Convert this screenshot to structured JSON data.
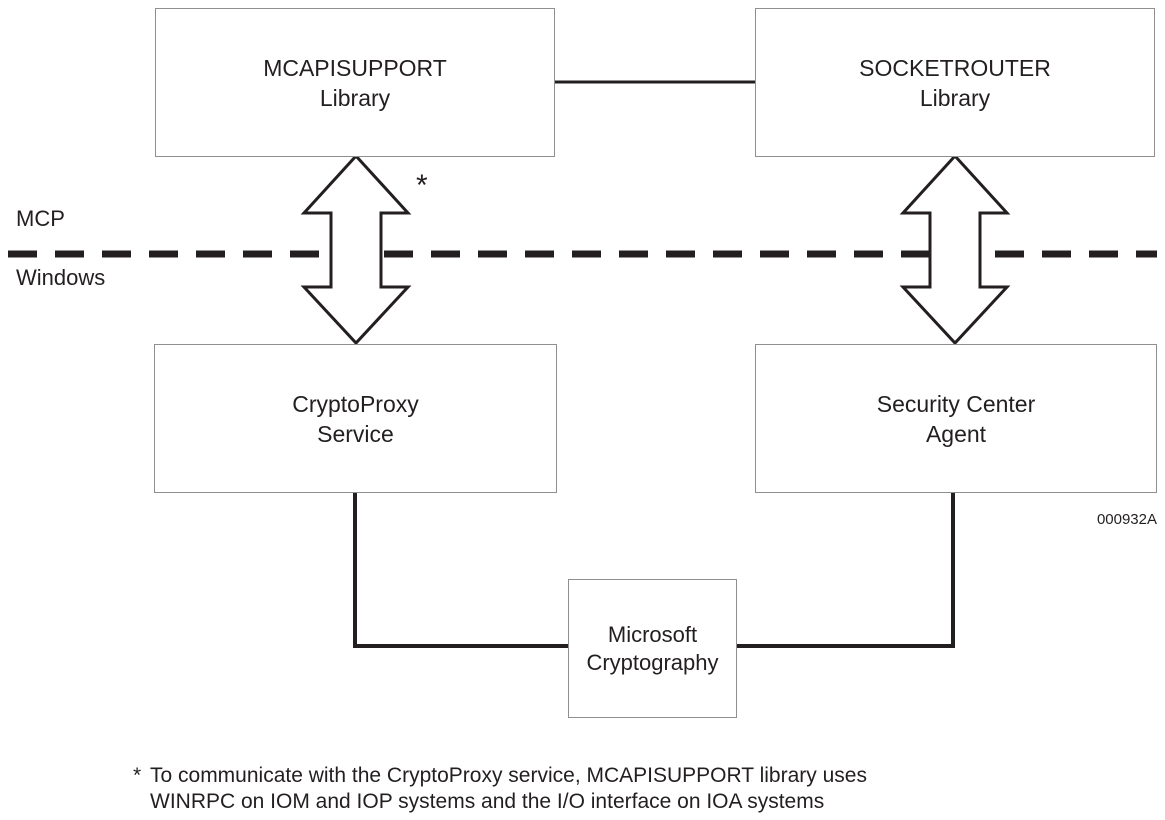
{
  "diagram": {
    "boxes": {
      "mcapisupport": {
        "line1": "MCAPISUPPORT",
        "line2": "Library"
      },
      "socketrouter": {
        "line1": "SOCKETROUTER",
        "line2": "Library"
      },
      "cryptoproxy": {
        "line1": "CryptoProxy",
        "line2": "Service"
      },
      "security_center": {
        "line1": "Security Center",
        "line2": "Agent"
      },
      "microsoft_cryptography": {
        "line1": "Microsoft",
        "line2": "Cryptography"
      }
    },
    "divider": {
      "top_label": "MCP",
      "bottom_label": "Windows"
    },
    "asterisk_marker": "*",
    "figure_id": "000932A",
    "footnote": {
      "marker": "*",
      "line1": "To communicate with the CryptoProxy service, MCAPISUPPORT library uses",
      "line2": "WINRPC on IOM and IOP systems and the I/O interface on IOA systems"
    },
    "colors": {
      "background": "#ffffff",
      "text": "#231f20",
      "connector_line": "#231f20",
      "dashed_line": "#231f20",
      "box_border": "#8f8f8f",
      "arrow_fill": "#ffffff",
      "arrow_stroke": "#231f20"
    }
  }
}
